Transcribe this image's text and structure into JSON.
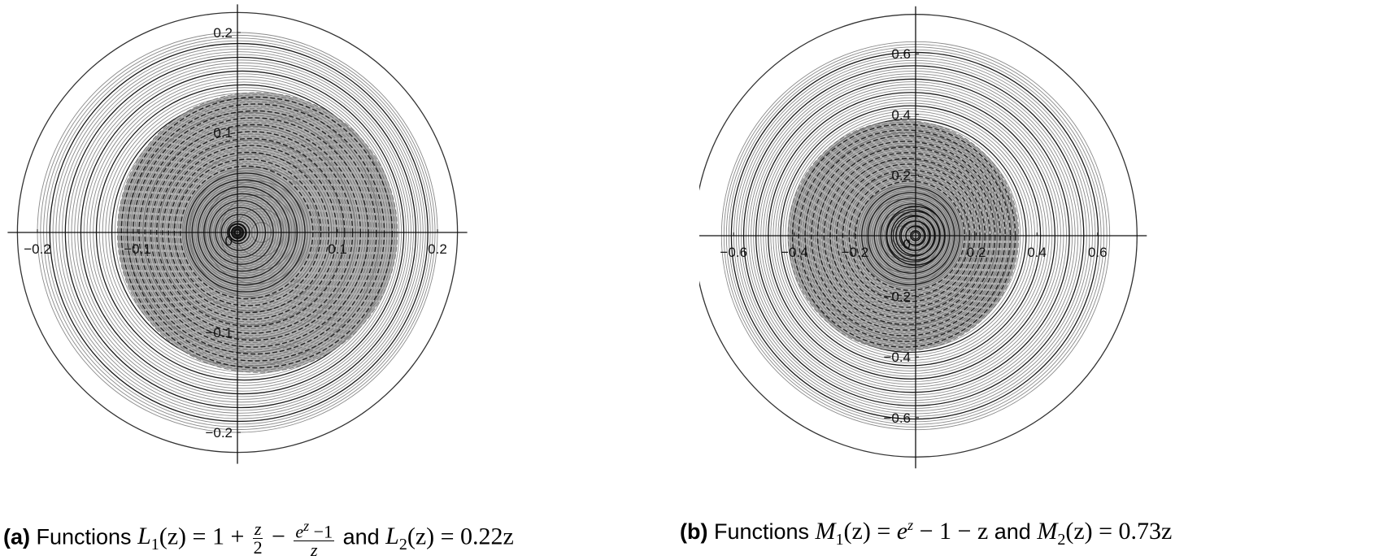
{
  "chart_data": [
    {
      "type": "scatter",
      "title": "(a) Functions L1(z) = 1 + z/2 - (e^z - 1)/z and L2(z) = 0.22z",
      "description": "Images of concentric circles under L1 (gray/black rings, center shifted right) enclosed in the image of the unit disk under L2 (outer circle of radius 0.22)",
      "xlabel": "",
      "ylabel": "",
      "xlim": [
        -0.23,
        0.23
      ],
      "ylim": [
        -0.23,
        0.23
      ],
      "xticks": [
        "-0.2",
        "-0.1",
        "0",
        "0.1",
        "0.2"
      ],
      "yticks": [
        "0.2",
        "0.1",
        "-0.1",
        "-0.2"
      ],
      "outer_circle_radius": 0.22,
      "ring_family": {
        "outer_radius": 0.2,
        "dense_inner_radius": 0.14,
        "inner_offset_x": 0.02
      },
      "grid": false
    },
    {
      "type": "scatter",
      "title": "(b) Functions M1(z) = e^z - 1 - z and M2(z) = 0.73z",
      "description": "Images of concentric circles under M1 enclosed in the image of the unit disk under M2 (outer circle of radius 0.73)",
      "xlabel": "",
      "ylabel": "",
      "xlim": [
        -0.76,
        0.76
      ],
      "ylim": [
        -0.76,
        0.76
      ],
      "xticks": [
        "-0.6",
        "-0.4",
        "-0.2",
        "0",
        "0.2",
        "0.4",
        "0.6"
      ],
      "yticks": [
        "0.6",
        "0.4",
        "0.2",
        "-0.2",
        "-0.4",
        "-0.6"
      ],
      "outer_circle_radius": 0.73,
      "ring_family": {
        "outer_radius": 0.64,
        "dense_inner_radius": 0.38,
        "inner_offset_x": -0.04
      },
      "grid": false
    }
  ],
  "panel_a": {
    "ticks_x": [
      {
        "v": -0.2,
        "label": "−0.2"
      },
      {
        "v": -0.1,
        "label": "−0.1"
      },
      {
        "v": 0.1,
        "label": "0.1"
      },
      {
        "v": 0.2,
        "label": "0.2"
      }
    ],
    "ticks_y": [
      {
        "v": 0.2,
        "label": "0.2"
      },
      {
        "v": 0.1,
        "label": "0.1"
      },
      {
        "v": -0.1,
        "label": "−0.1"
      },
      {
        "v": -0.2,
        "label": "−0.2"
      }
    ],
    "origin_label": "0",
    "caption": {
      "tag": "(a)",
      "prefix": " Functions ",
      "f1_name": "L",
      "f1_sub": "1",
      "f1_arg": "(z)",
      "eq": " = 1 + ",
      "frac1_num": "z",
      "frac1_den": "2",
      "minus": " − ",
      "frac2_num": "e",
      "frac2_num_sup": "z",
      "frac2_num_tail": " −1",
      "frac2_den": "z",
      "and": " and ",
      "f2_name": "L",
      "f2_sub": "2",
      "f2_arg": "(z)",
      "f2_rhs": " = 0.22z"
    }
  },
  "panel_b": {
    "ticks_x": [
      {
        "v": -0.6,
        "label": "−0.6"
      },
      {
        "v": -0.4,
        "label": "−0.4"
      },
      {
        "v": -0.2,
        "label": "−0.2"
      },
      {
        "v": 0.2,
        "label": "0.2"
      },
      {
        "v": 0.4,
        "label": "0.4"
      },
      {
        "v": 0.6,
        "label": "0.6"
      }
    ],
    "ticks_y": [
      {
        "v": 0.6,
        "label": "0.6"
      },
      {
        "v": 0.4,
        "label": "0.4"
      },
      {
        "v": 0.2,
        "label": "0.2"
      },
      {
        "v": -0.2,
        "label": "−0.2"
      },
      {
        "v": -0.4,
        "label": "−0.4"
      },
      {
        "v": -0.6,
        "label": "−0.6"
      }
    ],
    "origin_label": "0",
    "caption": {
      "tag": "(b)",
      "prefix": " Functions ",
      "f1_name": "M",
      "f1_sub": "1",
      "f1_arg": "(z)",
      "eq": " = ",
      "e": "e",
      "e_sup": "z",
      "tail": " − 1 − z",
      "and": " and ",
      "f2_name": "M",
      "f2_sub": "2",
      "f2_arg": "(z)",
      "f2_rhs": " = 0.73z"
    }
  }
}
